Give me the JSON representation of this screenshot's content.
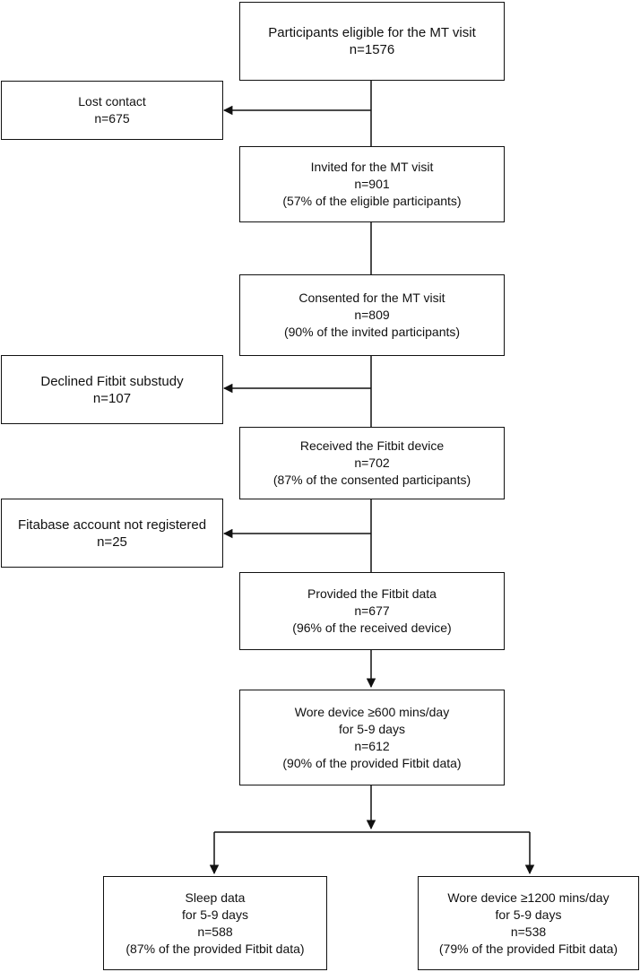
{
  "eligible": {
    "line1": "Participants eligible for the MT visit",
    "line2": "n=1576"
  },
  "lost": {
    "line1": "Lost contact",
    "line2": "n=675"
  },
  "invited": {
    "line1": "Invited for the MT visit",
    "line2": "n=901",
    "line3": "(57% of the eligible participants)"
  },
  "consented": {
    "line1": "Consented for the MT visit",
    "line2": "n=809",
    "line3": "(90% of the invited participants)"
  },
  "declined": {
    "line1": "Declined Fitbit substudy",
    "line2": "n=107"
  },
  "received": {
    "line1": "Received the Fitbit device",
    "line2": "n=702",
    "line3": "(87% of the consented participants)"
  },
  "notregistered": {
    "line1": "Fitabase account not registered",
    "line2": "n=25"
  },
  "provided": {
    "line1": "Provided the Fitbit data",
    "line2": "n=677",
    "line3": "(96% of the received device)"
  },
  "wore600": {
    "line1": "Wore device ≥600 mins/day",
    "line2": "for 5-9 days",
    "line3": "n=612",
    "line4": "(90% of the provided Fitbit data)"
  },
  "sleep": {
    "line1": "Sleep data",
    "line2": "for 5-9 days",
    "line3": "n=588",
    "line4": "(87% of the provided Fitbit data)"
  },
  "wore1200": {
    "line1": "Wore device ≥1200 mins/day",
    "line2": "for 5-9 days",
    "line3": "n=538",
    "line4": "(79% of the provided Fitbit data)"
  }
}
